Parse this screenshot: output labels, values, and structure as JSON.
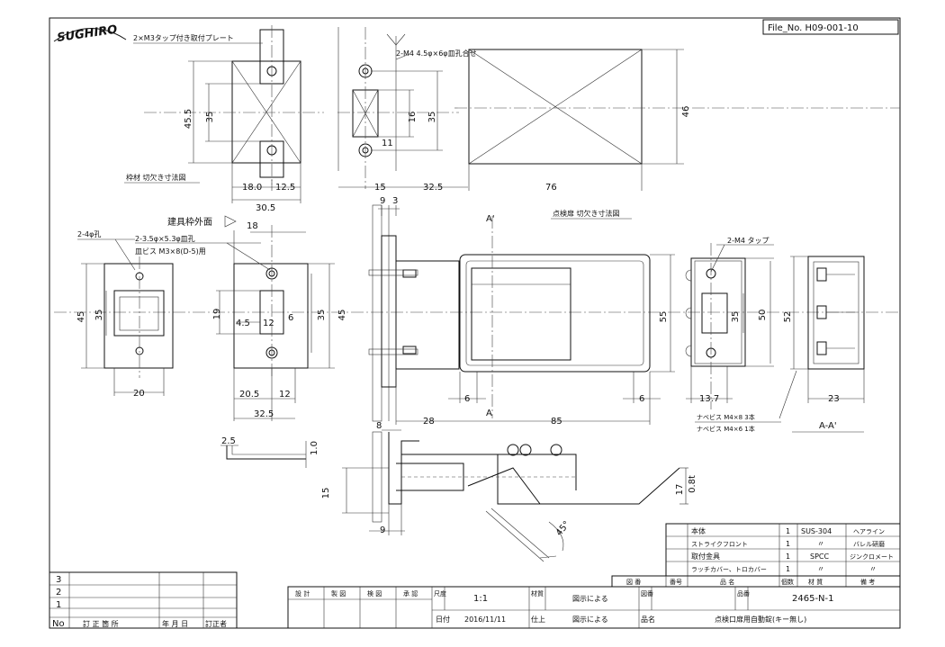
{
  "logo": "SUGHIRO",
  "file_no": "File_No. H09-001-10",
  "notes": {
    "plate_tap": "2×M3タップ付き取付プレート",
    "frame_cutout": "枠材 切欠き寸法図",
    "door_cutout": "点検扉 切欠き寸法図",
    "top_holes": "2-M4 4.5φ×6φ皿孔合せ",
    "frame_face": "建具枠外面",
    "holes_4": "2-4φ孔",
    "holes_35": "2-3.5φ×5.3φ皿孔",
    "screw_m3": "皿ビス M3×8(D-5)用",
    "tap_m4": "2-M4 タップ",
    "screw_1": "ナベビス M4×8 3本",
    "screw_2": "ナベビス M4×6 1本",
    "section_aa": "A-A'",
    "sec_a_top": "A'",
    "sec_a_bot": "A"
  },
  "dims": {
    "d45_5": "45.5",
    "d35a": "35",
    "d18_0": "18.0",
    "d12_5": "12.5",
    "d30_5": "30.5",
    "d16": "16",
    "d35b": "35",
    "d11": "11",
    "d15": "15",
    "d32_5a": "32.5",
    "d76": "76",
    "d46": "46",
    "d45a": "45",
    "d35c": "35",
    "d20": "20",
    "d18": "18",
    "d19": "19",
    "d4_5": "4.5",
    "d12a": "12",
    "d6a": "6",
    "d35d": "35",
    "d45b": "45",
    "d20_5": "20.5",
    "d12b": "12",
    "d32_5b": "32.5",
    "d9": "9",
    "d3": "3",
    "d28": "28",
    "d85": "85",
    "d6b": "6",
    "d6c": "6",
    "d55": "55",
    "d35e": "35",
    "d50": "50",
    "d13_7": "13.7",
    "d52": "52",
    "d23": "23",
    "d8": "8",
    "d15b": "15",
    "d9b": "9",
    "d2_5": "2.5",
    "d1_0": "1.0",
    "d17": "17",
    "d0_8": "0.8t",
    "d45deg": "45°"
  },
  "bom": [
    {
      "name": "本体",
      "qty": "1",
      "material": "SUS-304",
      "note": "ヘアライン"
    },
    {
      "name": "ストライクフロント",
      "qty": "1",
      "material": "〃",
      "note": "バレル研磨"
    },
    {
      "name": "取付金具",
      "qty": "1",
      "material": "SPCC",
      "note": "ジンクロメート"
    },
    {
      "name": "ラッチカバー、トロカバー",
      "qty": "1",
      "material": "〃",
      "note": "〃"
    }
  ],
  "bom_header": {
    "no": "図 番",
    "num": "番号",
    "name": "品 名",
    "qty": "個数",
    "material": "材 質",
    "note": "備 考"
  },
  "revisions": {
    "rows": [
      "3",
      "2",
      "1"
    ],
    "header": [
      "No",
      "訂 正 箇 所",
      "年 月 日",
      "訂正者"
    ]
  },
  "title_block": {
    "design": "設 計",
    "draw": "製 図",
    "check": "検 図",
    "approve": "承 認",
    "scale_label": "尺度",
    "scale": "1:1",
    "material_label": "材質",
    "material": "図示による",
    "drawing_no_label": "図番",
    "product_no_label": "品番",
    "product_no": "2465-N-1",
    "date_label": "日付",
    "date": "2016/11/11",
    "finish_label": "仕上",
    "finish": "図示による",
    "name_label": "品名",
    "name": "点検口扉用自動錠(キー無し)"
  }
}
